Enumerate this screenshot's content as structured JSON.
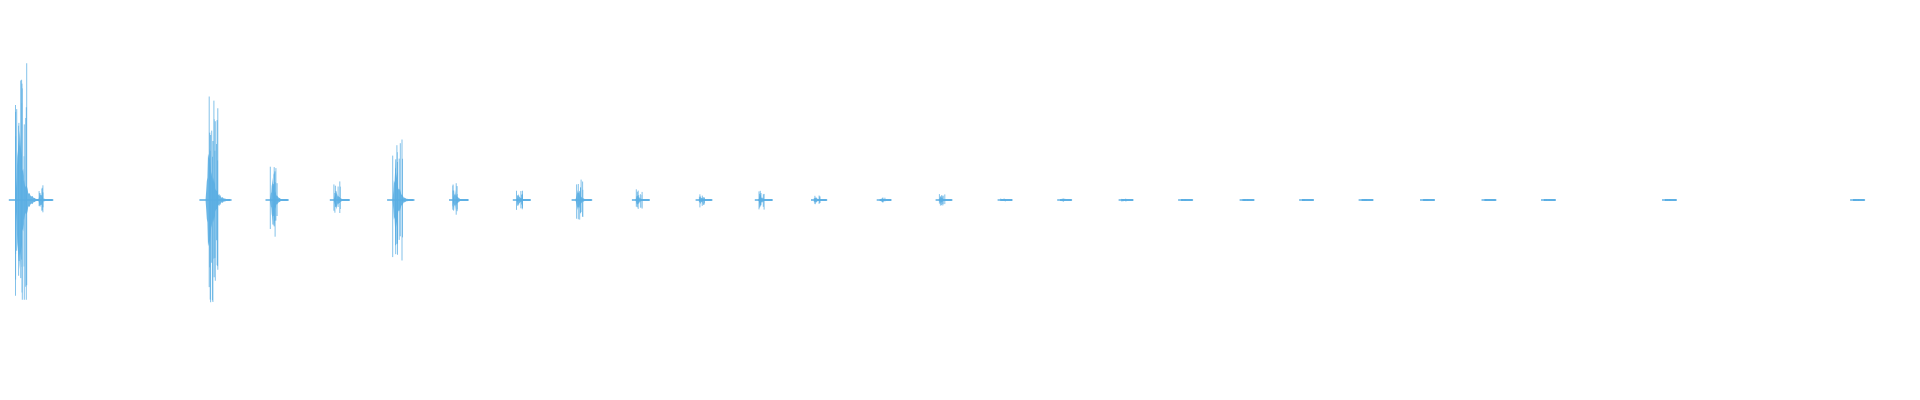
{
  "waveform": {
    "color": "#5aaee3",
    "bursts": [
      {
        "time": 0.01,
        "amplitude": 1.0
      },
      {
        "time": 0.021,
        "amplitude": 0.1
      },
      {
        "time": 0.109,
        "amplitude": 0.86
      },
      {
        "time": 0.142,
        "amplitude": 0.27
      },
      {
        "time": 0.175,
        "amplitude": 0.14
      },
      {
        "time": 0.206,
        "amplitude": 0.5
      },
      {
        "time": 0.237,
        "amplitude": 0.13
      },
      {
        "time": 0.27,
        "amplitude": 0.08
      },
      {
        "time": 0.301,
        "amplitude": 0.16
      },
      {
        "time": 0.332,
        "amplitude": 0.08
      },
      {
        "time": 0.365,
        "amplitude": 0.05
      },
      {
        "time": 0.396,
        "amplitude": 0.08
      },
      {
        "time": 0.425,
        "amplitude": 0.04
      },
      {
        "time": 0.459,
        "amplitude": 0.02
      },
      {
        "time": 0.49,
        "amplitude": 0.05
      },
      {
        "time": 0.522,
        "amplitude": 0.012
      },
      {
        "time": 0.553,
        "amplitude": 0.012
      },
      {
        "time": 0.585,
        "amplitude": 0.012
      },
      {
        "time": 0.616,
        "amplitude": 0.008
      },
      {
        "time": 0.648,
        "amplitude": 0.008
      },
      {
        "time": 0.679,
        "amplitude": 0.008
      },
      {
        "time": 0.71,
        "amplitude": 0.006
      },
      {
        "time": 0.742,
        "amplitude": 0.006
      },
      {
        "time": 0.774,
        "amplitude": 0.005
      },
      {
        "time": 0.805,
        "amplitude": 0.004
      },
      {
        "time": 0.868,
        "amplitude": 0.004
      },
      {
        "time": 0.966,
        "amplitude": 0.003
      }
    ]
  }
}
